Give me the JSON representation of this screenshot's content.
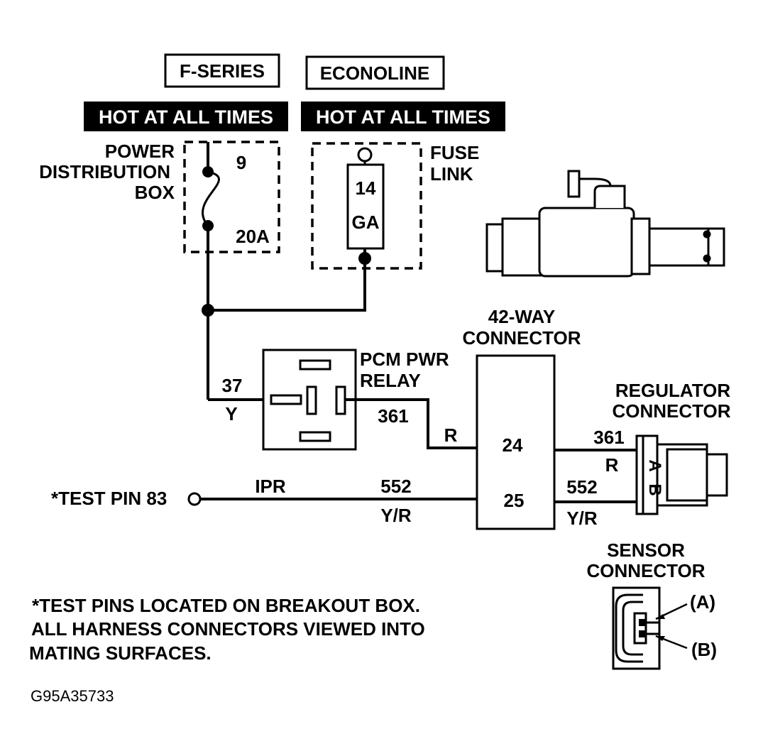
{
  "labels": {
    "f_series": "F-SERIES",
    "econoline": "ECONOLINE",
    "hot_left": "HOT AT ALL TIMES",
    "hot_right": "HOT AT ALL TIMES",
    "pdb_1": "POWER",
    "pdb_2": "DISTRIBUTION",
    "pdb_3": "BOX",
    "fuse_num": "9",
    "fuse_amp": "20A",
    "fuselink_1": "FUSE",
    "fuselink_2": "LINK",
    "link_14": "14",
    "link_ga": "GA",
    "conn42_1": "42-WAY",
    "conn42_2": "CONNECTOR",
    "relay_1": "PCM PWR",
    "relay_2": "RELAY",
    "wire37": "37",
    "wireY": "Y",
    "wire361_a": "361",
    "wireR_a": "R",
    "pin24": "24",
    "pin25": "25",
    "reg_1": "REGULATOR",
    "reg_2": "CONNECTOR",
    "wire361_b": "361",
    "wireR_b": "R",
    "wire552_b": "552",
    "wireYR_b": "Y/R",
    "pinA": "A",
    "pinB": "B",
    "test_pin": "*TEST PIN 83",
    "ipr": "IPR",
    "wire552_a": "552",
    "wireYR_a": "Y/R",
    "sensor_1": "SENSOR",
    "sensor_2": "CONNECTOR",
    "sensor_a": "(A)",
    "sensor_b": "(B)",
    "note_1": "*TEST PINS LOCATED ON BREAKOUT BOX.",
    "note_2": "ALL HARNESS CONNECTORS VIEWED INTO",
    "note_3": "MATING SURFACES.",
    "figure_code": "G95A35733"
  }
}
